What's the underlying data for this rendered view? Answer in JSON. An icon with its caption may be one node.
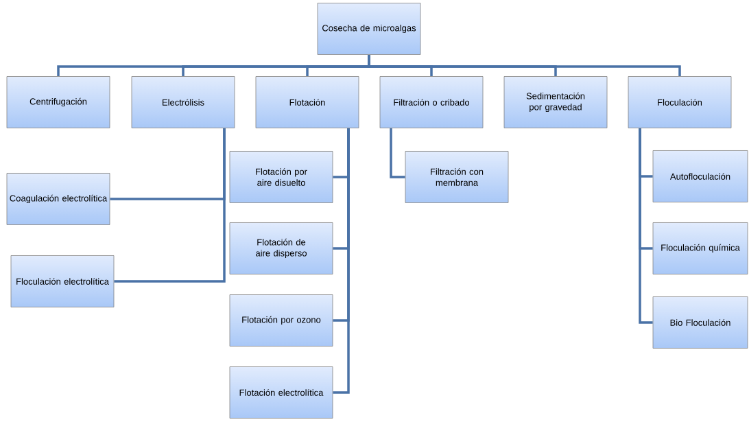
{
  "diagram": {
    "nodes": [
      {
        "text": [
          "Cosecha de microalgas"
        ]
      },
      {
        "text": [
          "Centrifugación"
        ]
      },
      {
        "text": [
          "Electrólisis"
        ]
      },
      {
        "text": [
          "Flotación"
        ]
      },
      {
        "text": [
          "Filtración o cribado"
        ]
      },
      {
        "text": [
          "Sedimentación por gravedad"
        ]
      },
      {
        "text": [
          "Floculación"
        ]
      },
      {
        "text": [
          "Coagulación electrolítica"
        ]
      },
      {
        "text": [
          "Floculación electrolítica"
        ]
      },
      {
        "text": [
          "Flotación por aire disuelto"
        ]
      },
      {
        "text": [
          "Flotación de aire disperso"
        ]
      },
      {
        "text": [
          "Flotación por ozono"
        ]
      },
      {
        "text": [
          "Flotación electrolítica"
        ]
      },
      {
        "text": [
          "Filtración con membrana"
        ]
      },
      {
        "text": [
          "Autofloculación"
        ]
      },
      {
        "text": [
          "Floculación química"
        ]
      },
      {
        "text": [
          "Bio Floculación"
        ]
      }
    ],
    "edges": [
      {
        "from": 0,
        "to": 1,
        "arrow": "none"
      },
      {
        "from": 0,
        "to": 2,
        "arrow": "none"
      },
      {
        "from": 0,
        "to": 3,
        "arrow": "none"
      },
      {
        "from": 0,
        "to": 4,
        "arrow": "none"
      },
      {
        "from": 0,
        "to": 5,
        "arrow": "none"
      },
      {
        "from": 0,
        "to": 6,
        "arrow": "none"
      },
      {
        "from": 2,
        "to": 7,
        "arrow": "none"
      },
      {
        "from": 2,
        "to": 8,
        "arrow": "none"
      },
      {
        "from": 3,
        "to": 9,
        "arrow": "none"
      },
      {
        "from": 3,
        "to": 10,
        "arrow": "none"
      },
      {
        "from": 3,
        "to": 11,
        "arrow": "none"
      },
      {
        "from": 3,
        "to": 12,
        "arrow": "none"
      },
      {
        "from": 4,
        "to": 13,
        "arrow": "none"
      },
      {
        "from": 6,
        "to": 14,
        "arrow": "none"
      },
      {
        "from": 6,
        "to": 15,
        "arrow": "none"
      },
      {
        "from": 6,
        "to": 16,
        "arrow": "none"
      }
    ]
  }
}
